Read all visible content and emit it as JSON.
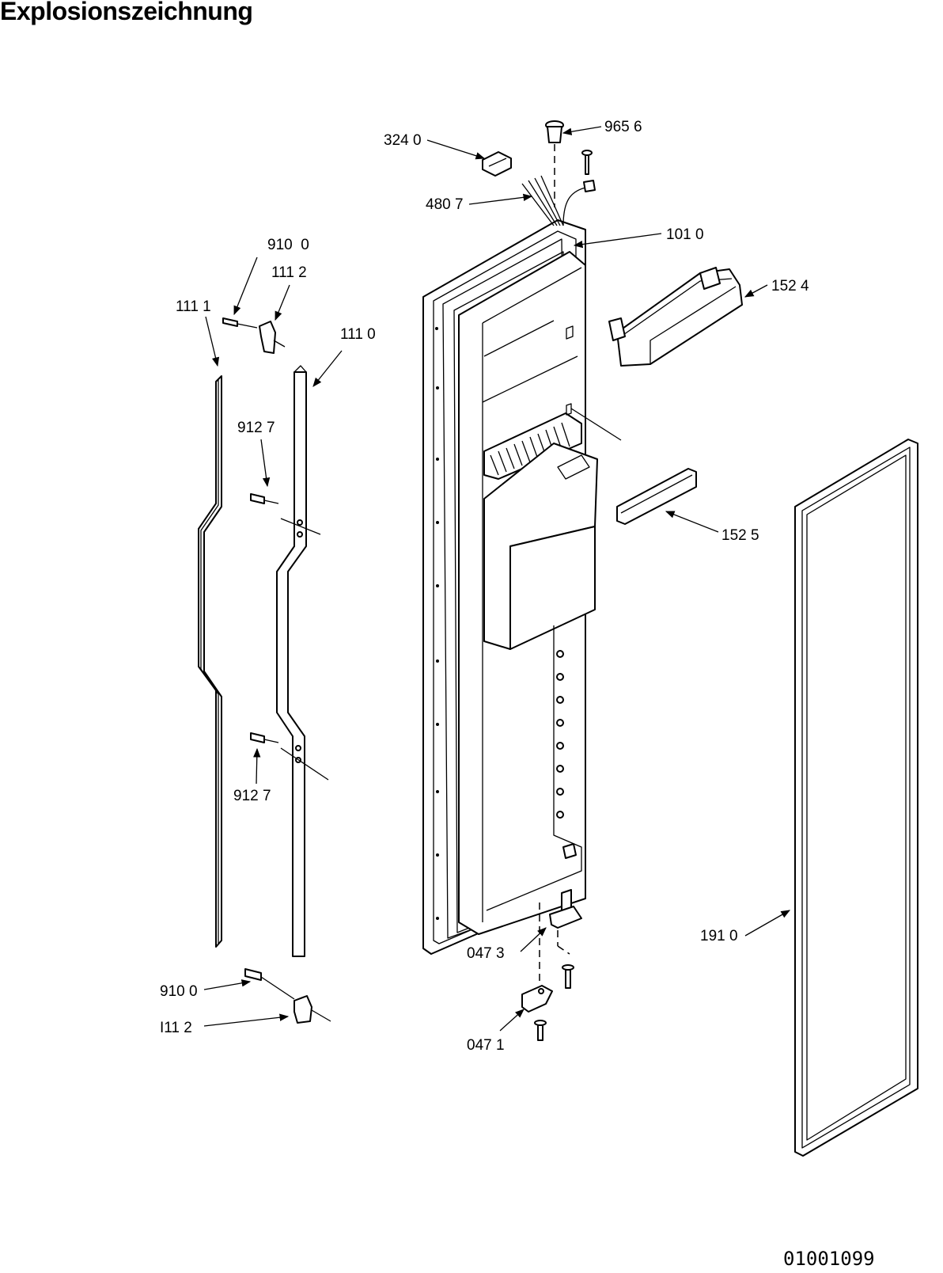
{
  "page_title": "Explosionszeichnung",
  "document_number": "01001099",
  "callouts": [
    {
      "id": "c3240",
      "label": "324 0"
    },
    {
      "id": "c9656",
      "label": "965 6"
    },
    {
      "id": "c4807",
      "label": "480 7"
    },
    {
      "id": "c1010",
      "label": "101 0"
    },
    {
      "id": "c1524",
      "label": "152 4"
    },
    {
      "id": "c9100a",
      "label": "910  0"
    },
    {
      "id": "c1112a",
      "label": "111 2"
    },
    {
      "id": "c1111",
      "label": "111 1"
    },
    {
      "id": "c1110",
      "label": "111 0"
    },
    {
      "id": "c9127a",
      "label": "912 7"
    },
    {
      "id": "c1525",
      "label": "152 5"
    },
    {
      "id": "c9127b",
      "label": "912 7"
    },
    {
      "id": "c1910",
      "label": "191 0"
    },
    {
      "id": "c0473",
      "label": "047 3"
    },
    {
      "id": "c9100b",
      "label": "910 0"
    },
    {
      "id": "c1112b",
      "label": "I11 2"
    },
    {
      "id": "c0471",
      "label": "047 1"
    }
  ]
}
